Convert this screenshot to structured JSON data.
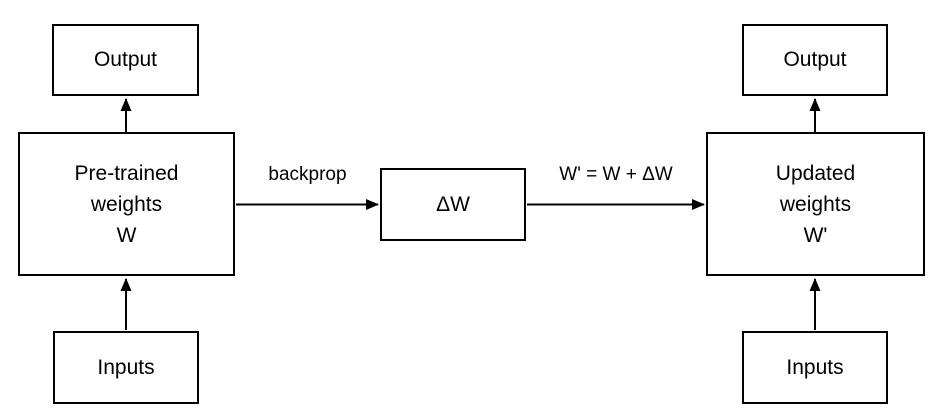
{
  "colors": {
    "background": "#ffffff",
    "stroke": "#000000",
    "text": "#000000"
  },
  "nodes": {
    "output_left": {
      "label": "Output"
    },
    "pretrained_weights": {
      "label": "Pre-trained\nweights\nW"
    },
    "inputs_left": {
      "label": "Inputs"
    },
    "delta_w": {
      "label": "ΔW"
    },
    "output_right": {
      "label": "Output"
    },
    "updated_weights": {
      "label": "Updated\nweights\nW'"
    },
    "inputs_right": {
      "label": "Inputs"
    }
  },
  "edges": {
    "backprop": {
      "label": "backprop"
    },
    "weight_update": {
      "label": "W' = W + ΔW"
    }
  }
}
